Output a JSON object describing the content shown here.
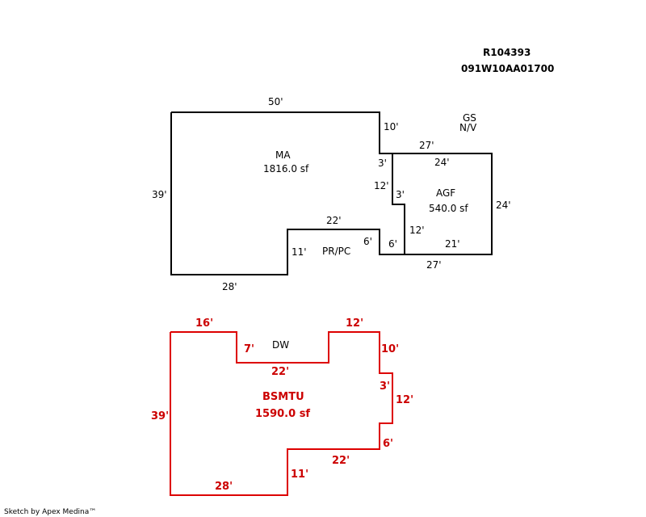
{
  "header": {
    "record_id": "R104393",
    "parcel_id": "091W10AA01700"
  },
  "colors": {
    "main_outline": "#000000",
    "basement_outline": "#dd0000",
    "basement_text": "#cc0000"
  },
  "main_area": {
    "name": "MA",
    "area": "1816.0 sf",
    "dims": {
      "top": "50'",
      "left": "39'",
      "bottom": "28'",
      "right_upper": "10'",
      "step_small": "3'",
      "right_mid": "12'",
      "notch_top": "22'",
      "notch_left": "11'"
    }
  },
  "garage": {
    "name": "AGF",
    "area": "540.0 sf",
    "dims": {
      "top": "27'",
      "top_inner": "24'",
      "right": "24'",
      "bottom": "27'",
      "bottom_inner": "21'",
      "inner_left": "12'",
      "inner_step": "3'",
      "step_right": "6'",
      "step_left": "6'"
    }
  },
  "gs_label": {
    "line1": "GS",
    "line2": "N/V"
  },
  "porch": {
    "name": "PR/PC"
  },
  "basement": {
    "name": "BSMTU",
    "area": "1590.0 sf",
    "dims": {
      "top_left": "16'",
      "notch_depth": "7'",
      "notch_bottom": "22'",
      "top_right": "12'",
      "right_upper": "10'",
      "step": "3'",
      "right_mid": "12'",
      "step_low": "6'",
      "lower_mid": "22'",
      "lower_left": "11'",
      "left": "39'",
      "bottom": "28'"
    }
  },
  "driveway": {
    "name": "DW"
  },
  "footer": {
    "credit": "Sketch by Apex Medina™"
  }
}
